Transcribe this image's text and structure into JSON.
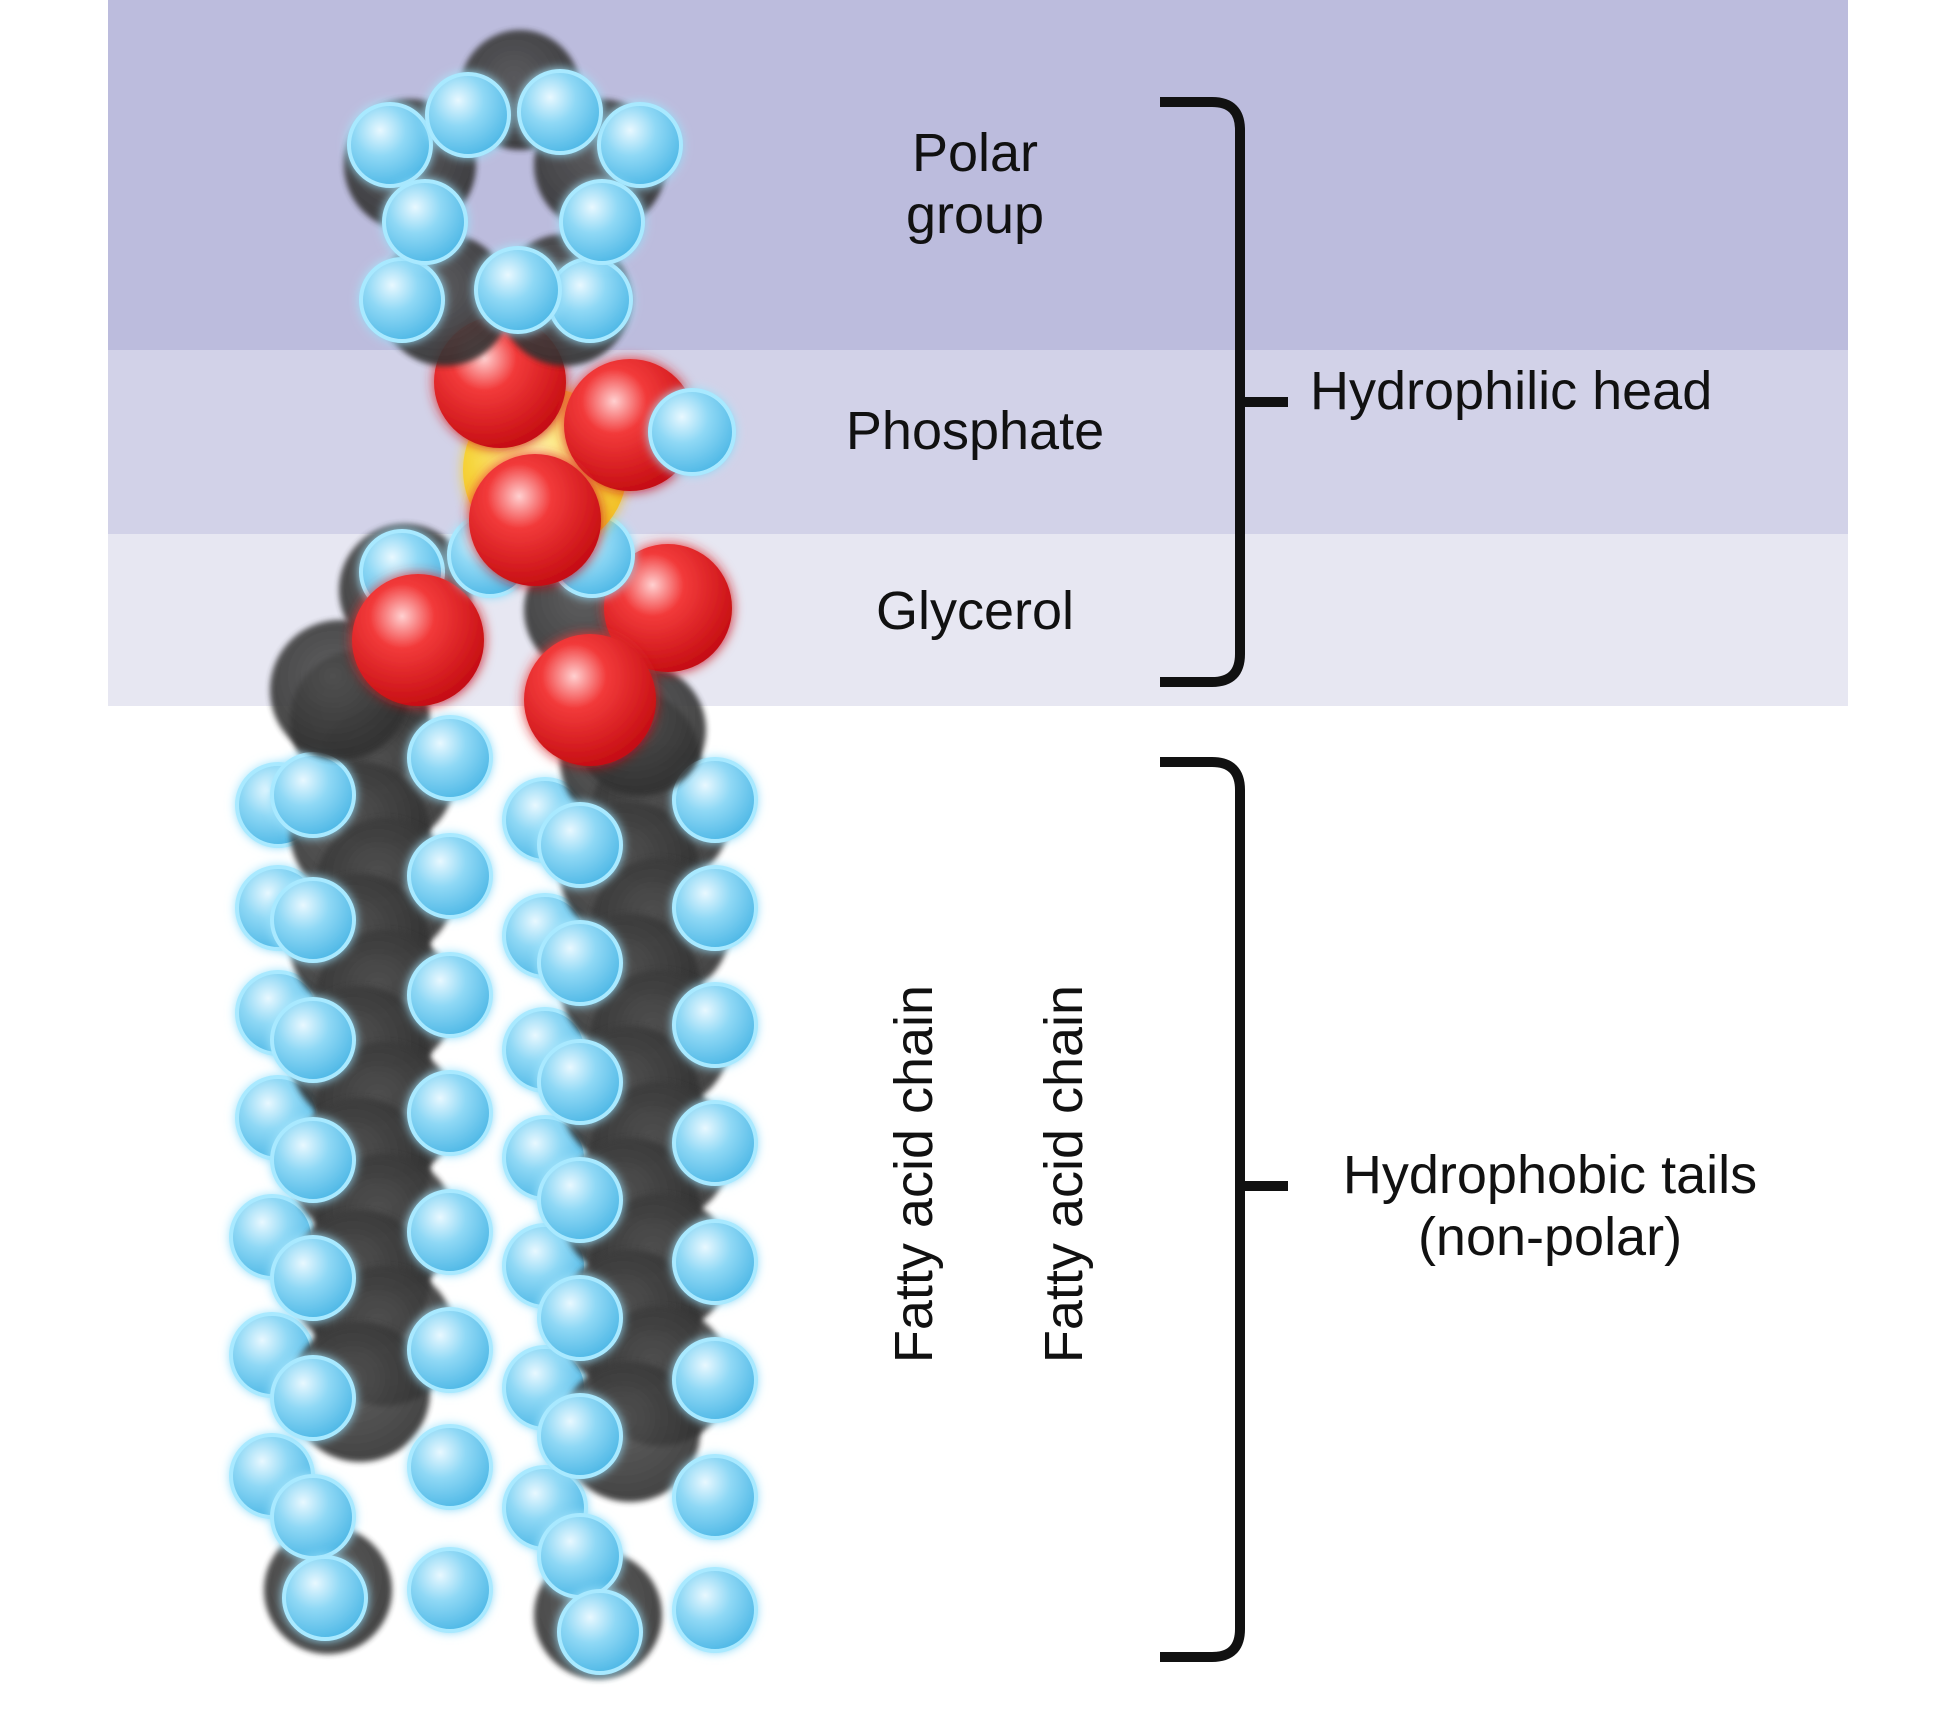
{
  "colors": {
    "polar_band": "#bcbcdd",
    "phosphate_band": "#d2d2e8",
    "glycerol_band": "#e7e7f2",
    "hydrogen": "#74cdf0",
    "hydrogen_glow": "#a9e9ff",
    "carbon": "#3a3a3a",
    "oxygen": "#e01a1f",
    "phosphorus": "#f3cd2e",
    "bracket": "#111111"
  },
  "labels": {
    "polar_group_line1": "Polar",
    "polar_group_line2": "group",
    "phosphate": "Phosphate",
    "glycerol": "Glycerol",
    "fatty_acid_chain_1": "Fatty acid chain",
    "fatty_acid_chain_2": "Fatty acid chain",
    "hydrophilic_head": "Hydrophilic head",
    "hydrophobic_tails_line1": "Hydrophobic tails",
    "hydrophobic_tails_line2": "(non-polar)"
  },
  "icons": {
    "hydrogen": "hydrogen-atom-icon",
    "carbon": "carbon-atom-icon",
    "oxygen": "oxygen-atom-icon",
    "phosphorus": "phosphorus-atom-icon"
  }
}
